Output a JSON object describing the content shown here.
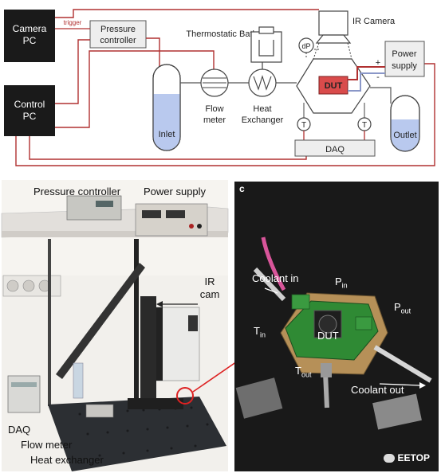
{
  "diagram": {
    "camera_pc": "Camera PC",
    "control_pc": "Control PC",
    "pressure_controller": "Pressure controller",
    "trigger": "trigger",
    "thermostatic_bath": "Thermostatic Bath",
    "ir_camera": "IR Camera",
    "power_supply": "Power supply",
    "dut": "DUT",
    "dp": "dP",
    "plus": "+",
    "minus": "-",
    "inlet": "Inlet",
    "flow_meter": "Flow meter",
    "heat_exchanger": "Heat Exchanger",
    "outlet": "Outlet",
    "daq": "DAQ",
    "t_sensor": "T"
  },
  "photo_left": {
    "pressure_controller": "Pressure controller",
    "power_supply": "Power supply",
    "ir_cam": "IR cam",
    "daq": "DAQ",
    "flow_meter": "Flow meter",
    "heat_exchanger": "Heat exchanger"
  },
  "photo_right": {
    "panel_letter": "c",
    "coolant_in": "Coolant in",
    "p_in": "P",
    "p_in_sub": "in",
    "p_out": "P",
    "p_out_sub": "out",
    "t_in": "T",
    "t_in_sub": "in",
    "dut": "DUT",
    "t_out": "T",
    "t_out_sub": "out",
    "coolant_out": "Coolant out"
  },
  "watermark": "EETOP",
  "colors": {
    "pipe_red": "#b03030",
    "dark_box": "#1a1a1a",
    "dut_red": "#d94b4b",
    "liquid_blue": "#b9c9ee",
    "pcb_green": "#2f8a34"
  }
}
